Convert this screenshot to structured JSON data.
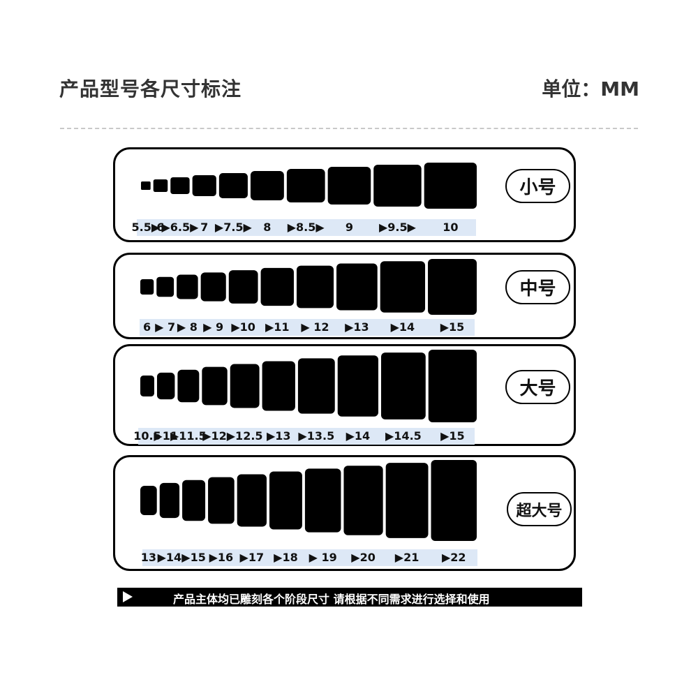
{
  "header": {
    "title": "产品型号各尺寸标注",
    "unit": "单位：MM"
  },
  "footer": {
    "text": "产品主体均已雕刻各个阶段尺寸 请根据不同需求进行选择和使用"
  },
  "panels": [
    {
      "key": "small",
      "name": "小号",
      "sizes": [
        5.5,
        6,
        6.5,
        7,
        7.5,
        8,
        8.5,
        9,
        9.5,
        10
      ],
      "labels": [
        "5.5▶",
        "6",
        "▶6.5▶",
        "7",
        "▶7.5▶",
        "8",
        "▶8.5▶",
        "9",
        "▶9.5▶",
        "10"
      ]
    },
    {
      "key": "medium",
      "name": "中号",
      "sizes": [
        6,
        7,
        8,
        9,
        10,
        11,
        12,
        13,
        14,
        15
      ],
      "labels": [
        "6",
        "▶ 7",
        "▶ 8",
        "▶ 9",
        "▶10",
        "▶11",
        "▶ 12",
        "▶13",
        "▶14",
        "▶15"
      ]
    },
    {
      "key": "large",
      "name": "大号",
      "sizes": [
        10.5,
        11,
        11.5,
        12,
        12.5,
        13,
        13.5,
        14,
        14.5,
        15
      ],
      "labels": [
        "10.5",
        "▶11",
        "▶11.5",
        "▶12",
        "▶12.5",
        "▶13",
        "▶13.5",
        "▶14",
        "▶14.5",
        "▶15"
      ]
    },
    {
      "key": "xlarge",
      "name": "超大号",
      "sizes": [
        13,
        14,
        15,
        16,
        17,
        18,
        19,
        20,
        21,
        22
      ],
      "labels": [
        "13",
        "▶14",
        "▶15",
        "▶16",
        "▶17",
        "▶18",
        "▶ 19",
        "▶20",
        "▶21",
        "▶22"
      ]
    }
  ]
}
